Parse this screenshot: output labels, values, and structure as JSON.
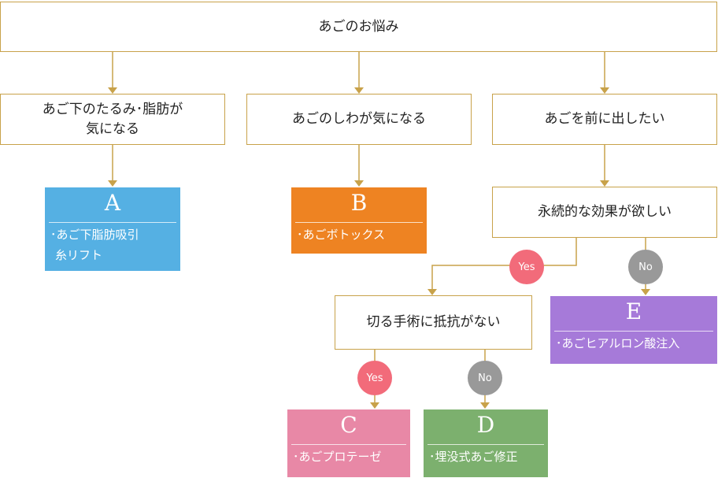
{
  "colors": {
    "connector": "#c8a24a",
    "border": "#c8a24a",
    "yes": "#f26b7a",
    "no": "#999999",
    "A": "#55b0e3",
    "B": "#ee8322",
    "C": "#e888a6",
    "D": "#7cb06e",
    "E": "#a67ad9"
  },
  "questions": {
    "root": "あごのお悩み",
    "sagging": "あご下のたるみ･脂肪が\n気になる",
    "wrinkles": "あごのしわが気になる",
    "protrude": "あごを前に出したい",
    "permanent": "永続的な効果が欲しい",
    "no_cut": "切る手術に抵抗がない"
  },
  "results": {
    "A": {
      "letter": "A",
      "items": [
        "･あご下脂肪吸引",
        "糸リフト"
      ]
    },
    "B": {
      "letter": "B",
      "items": [
        "･あごボトックス"
      ]
    },
    "C": {
      "letter": "C",
      "items": [
        "･あごプロテーゼ"
      ]
    },
    "D": {
      "letter": "D",
      "items": [
        "･埋没式あご修正"
      ]
    },
    "E": {
      "letter": "E",
      "items": [
        "･あごヒアルロン酸注入"
      ]
    }
  },
  "badges": {
    "yes": "Yes",
    "no": "No"
  }
}
